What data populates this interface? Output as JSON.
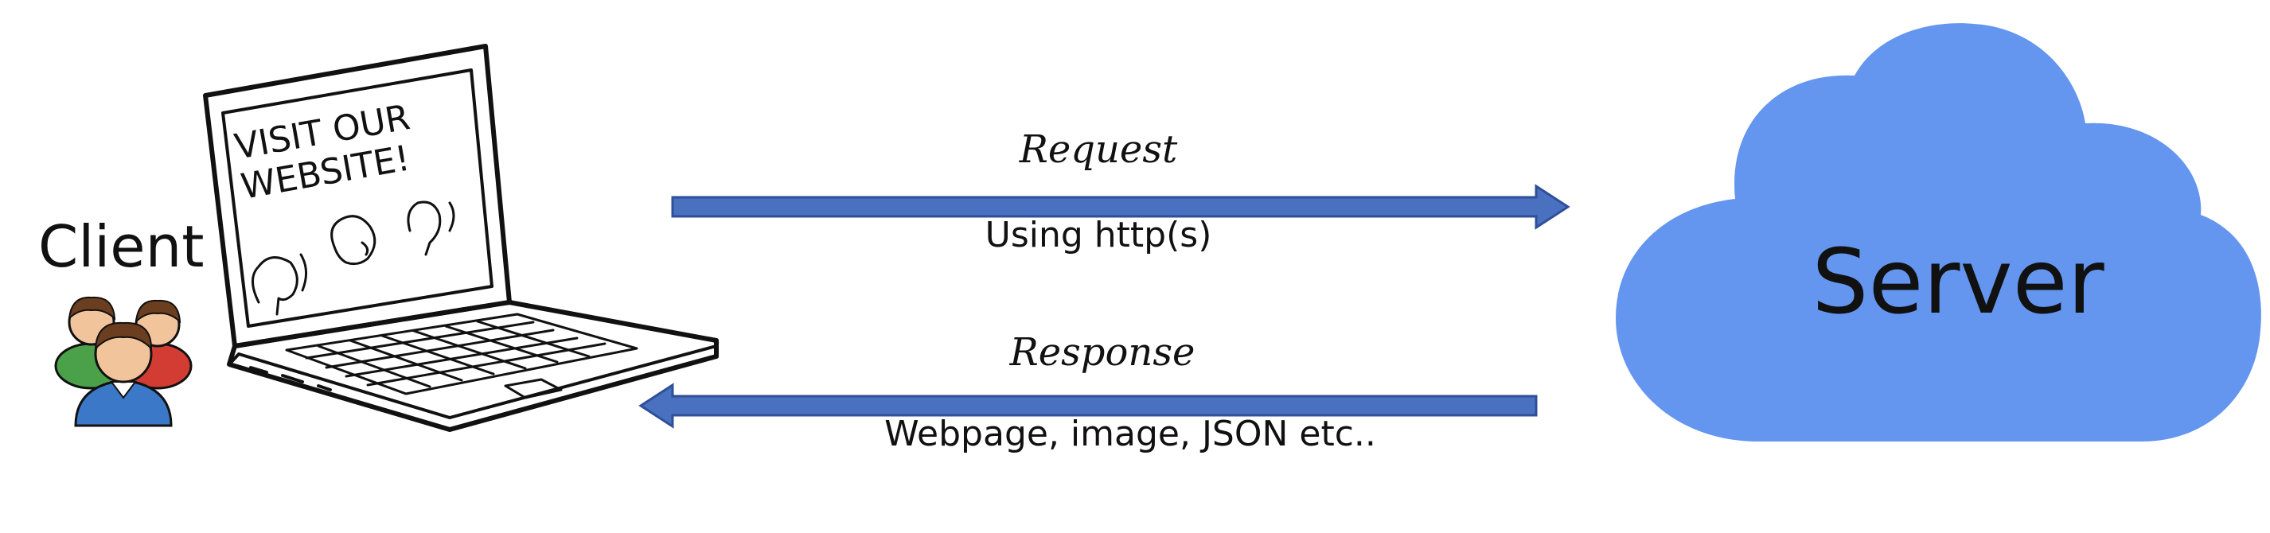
{
  "client": {
    "label": "Client"
  },
  "laptop": {
    "screen_text_line1": "VISIT OUR",
    "screen_text_line2": "WEBSITE!"
  },
  "request": {
    "title": "Request",
    "subtitle": "Using http(s)"
  },
  "response": {
    "title": "Response",
    "subtitle": "Webpage, image, JSON etc.."
  },
  "server": {
    "label": "Server"
  },
  "colors": {
    "arrow_fill": "#4a70c0",
    "arrow_stroke": "#2f4f99",
    "cloud": "#6496f0",
    "user_green": "#4aa14a",
    "user_red": "#d23c32",
    "user_blue": "#3b78c8",
    "skin": "#f2c49c",
    "hair": "#6b3e1f"
  }
}
